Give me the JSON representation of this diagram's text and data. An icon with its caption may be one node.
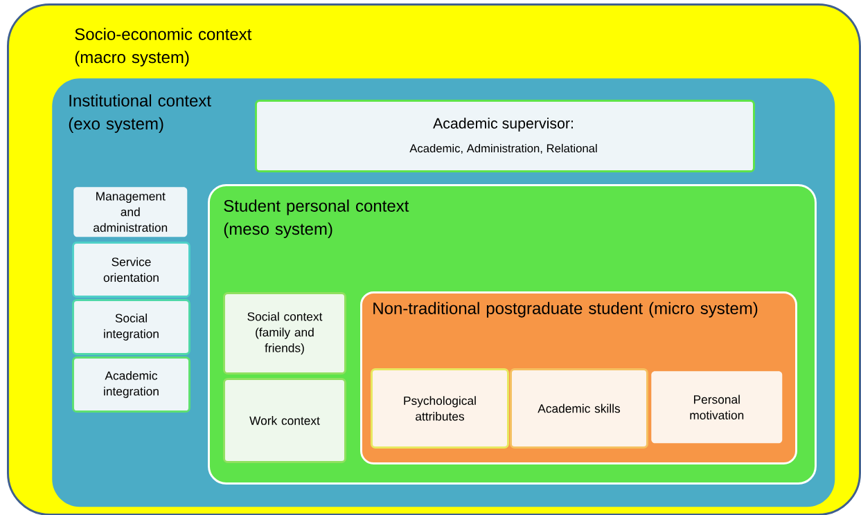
{
  "diagram": {
    "nodes": [
      {
        "text": [
          "Socio-economic context (macro system)"
        ]
      },
      {
        "text": [
          "Institutional context (exo system)"
        ],
        "in": 0
      },
      {
        "text": [
          "Academic supervisor:",
          "Academic, Administration, Relational"
        ],
        "in": 1
      },
      {
        "text": [
          "Management and administration"
        ],
        "in": 1
      },
      {
        "text": [
          "Service orientation"
        ],
        "in": 1
      },
      {
        "text": [
          "Social integration"
        ],
        "in": 1
      },
      {
        "text": [
          "Academic integration"
        ],
        "in": 1
      },
      {
        "text": [
          "Student personal context (meso system)"
        ],
        "in": 1
      },
      {
        "text": [
          "Social context (family and friends)"
        ],
        "in": 7
      },
      {
        "text": [
          "Work context"
        ],
        "in": 7
      },
      {
        "text": [
          "Non-traditional postgraduate student (micro system)"
        ],
        "in": 7
      },
      {
        "text": [
          "Psychological attributes"
        ],
        "in": 10
      },
      {
        "text": [
          "Academic skills"
        ],
        "in": 10
      },
      {
        "text": [
          "Personal motivation"
        ],
        "in": 10
      }
    ]
  }
}
